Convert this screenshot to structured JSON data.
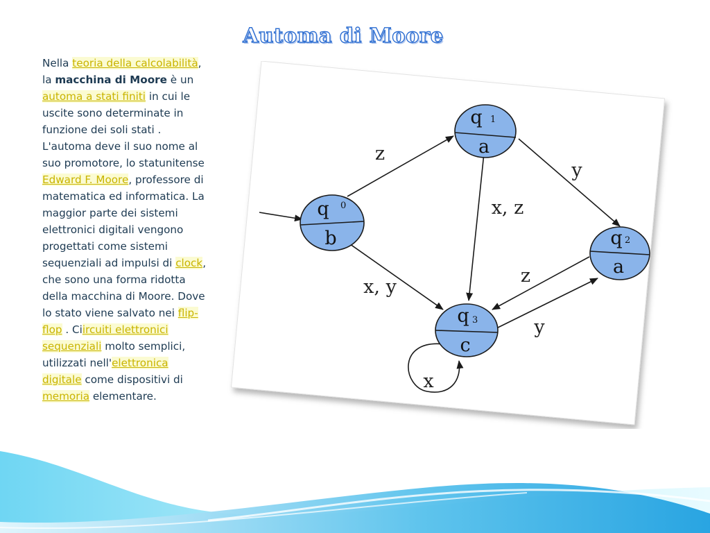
{
  "title": "Automa di Moore",
  "paragraph": {
    "p1": "Nella ",
    "link_teoria": "teoria della calcolabilità",
    "p2": ", la ",
    "bold_macchina": "macchina di Moore",
    "p3": " è un ",
    "link_automa": "automa a stati finiti",
    "p4": " in cui le uscite sono determinate in funzione dei soli stati . L'automa deve il suo nome al suo promotore, lo statunitense ",
    "link_moore": "Edward F. Moore",
    "p5": ", professore di matematica ed informatica. La maggior parte dei sistemi elettronici digitali vengono progettati come sistemi sequenziali ad impulsi di ",
    "link_clock": "clock",
    "p6": ", che sono una forma ridotta della macchina di Moore. Dove lo stato viene salvato nei ",
    "link_flipflop": "flip-flop",
    "p7": " .  Ci",
    "link_circuiti": "ircuiti elettronici",
    "p8": " ",
    "link_sequenziali": "sequenziali",
    "p9": " molto semplici, utilizzati nell'",
    "link_elettronica": "elettronica digitale",
    "p10": " come dispositivi di ",
    "link_memoria": "memoria",
    "p11": " elementare."
  },
  "diagram": {
    "states": [
      {
        "name": "q",
        "index": "0",
        "output": "b"
      },
      {
        "name": "q",
        "index": "1",
        "output": "a"
      },
      {
        "name": "q",
        "index": "2",
        "output": "a"
      },
      {
        "name": "q",
        "index": "3",
        "output": "c"
      }
    ],
    "edges": {
      "q0_q1": "z",
      "q1_q2": "y",
      "q1_q3": "x, z",
      "q0_q3": "x, y",
      "q2_q3": "z",
      "q3_q2": "y",
      "q3_q3": "x"
    }
  },
  "colors": {
    "title_stroke": "#2f6fd2",
    "link": "#c9b400",
    "text": "#1d3a52",
    "state_fill": "#8ab4ea",
    "wave_light": "#aee9f7",
    "wave_dark": "#1fa9e4"
  }
}
